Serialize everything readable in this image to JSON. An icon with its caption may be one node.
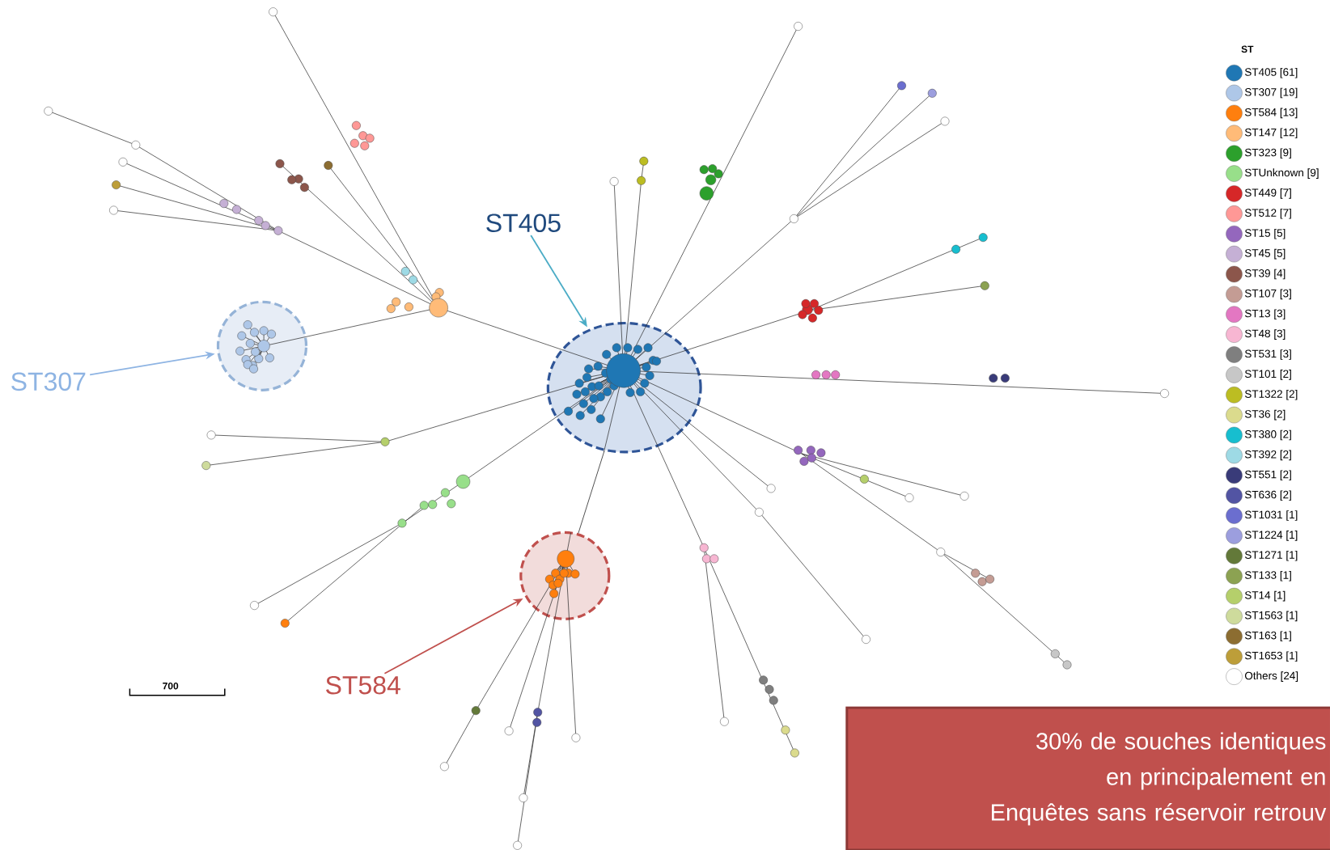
{
  "diagram": {
    "nodes": [
      {
        "text": [
          "ST405"
        ]
      },
      {
        "text": [],
        "shape": "circle"
      },
      {
        "text": [
          "ST307"
        ]
      },
      {
        "text": [],
        "shape": "circle"
      },
      {
        "text": [
          "ST584"
        ]
      },
      {
        "text": [],
        "shape": "circle"
      },
      {
        "text": [
          "30% de souches identiques en principalement en",
          "Enquêtes sans réservoir retrouv"
        ]
      }
    ],
    "edges": [
      {
        "from": 0,
        "to": 1,
        "arrow": "to",
        "color": "#4bacc6"
      },
      {
        "from": 2,
        "to": 3,
        "arrow": "to",
        "color": "#8eb4e3"
      },
      {
        "from": 4,
        "to": 5,
        "arrow": "to",
        "color": "#c0504d"
      },
      {
        "from": 1,
        "to": 5,
        "arrow": "none",
        "color": "#262626"
      }
    ],
    "labels": [
      "ST",
      "700"
    ],
    "legend": [
      {
        "text": "ST405 [61]",
        "color": "#1f77b4"
      },
      {
        "text": "ST307 [19]",
        "color": "#aec7e8"
      },
      {
        "text": "ST584 [13]",
        "color": "#ff7f0e"
      },
      {
        "text": "ST147 [12]",
        "color": "#ffbb78"
      },
      {
        "text": "ST323 [9]",
        "color": "#2ca02c"
      },
      {
        "text": "STUnknown [9]",
        "color": "#98df8a"
      },
      {
        "text": "ST449 [7]",
        "color": "#d62728"
      },
      {
        "text": "ST512 [7]",
        "color": "#ff9896"
      },
      {
        "text": "ST15 [5]",
        "color": "#9467bd"
      },
      {
        "text": "ST45 [5]",
        "color": "#c5b0d5"
      },
      {
        "text": "ST39 [4]",
        "color": "#8c564b"
      },
      {
        "text": "ST107 [3]",
        "color": "#c49c94"
      },
      {
        "text": "ST13 [3]",
        "color": "#e377c2"
      },
      {
        "text": "ST48 [3]",
        "color": "#f7b6d2"
      },
      {
        "text": "ST531 [3]",
        "color": "#7f7f7f"
      },
      {
        "text": "ST101 [2]",
        "color": "#c7c7c7"
      },
      {
        "text": "ST1322 [2]",
        "color": "#bcbd22"
      },
      {
        "text": "ST36 [2]",
        "color": "#dbdb8d"
      },
      {
        "text": "ST380 [2]",
        "color": "#17becf"
      },
      {
        "text": "ST392 [2]",
        "color": "#9edae5"
      },
      {
        "text": "ST551 [2]",
        "color": "#393b79"
      },
      {
        "text": "ST636 [2]",
        "color": "#5254a3"
      },
      {
        "text": "ST1031 [1]",
        "color": "#6b6ecf"
      },
      {
        "text": "ST1224 [1]",
        "color": "#9c9ede"
      },
      {
        "text": "ST1271 [1]",
        "color": "#637939"
      },
      {
        "text": "ST133 [1]",
        "color": "#8ca252"
      },
      {
        "text": "ST14 [1]",
        "color": "#b5cf6b"
      },
      {
        "text": "ST1563 [1]",
        "color": "#cedb9c"
      },
      {
        "text": "ST163 [1]",
        "color": "#8c6d31"
      },
      {
        "text": "ST1653 [1]",
        "color": "#bd9e39"
      },
      {
        "text": "Others [24]",
        "color": "#ffffff"
      }
    ]
  }
}
